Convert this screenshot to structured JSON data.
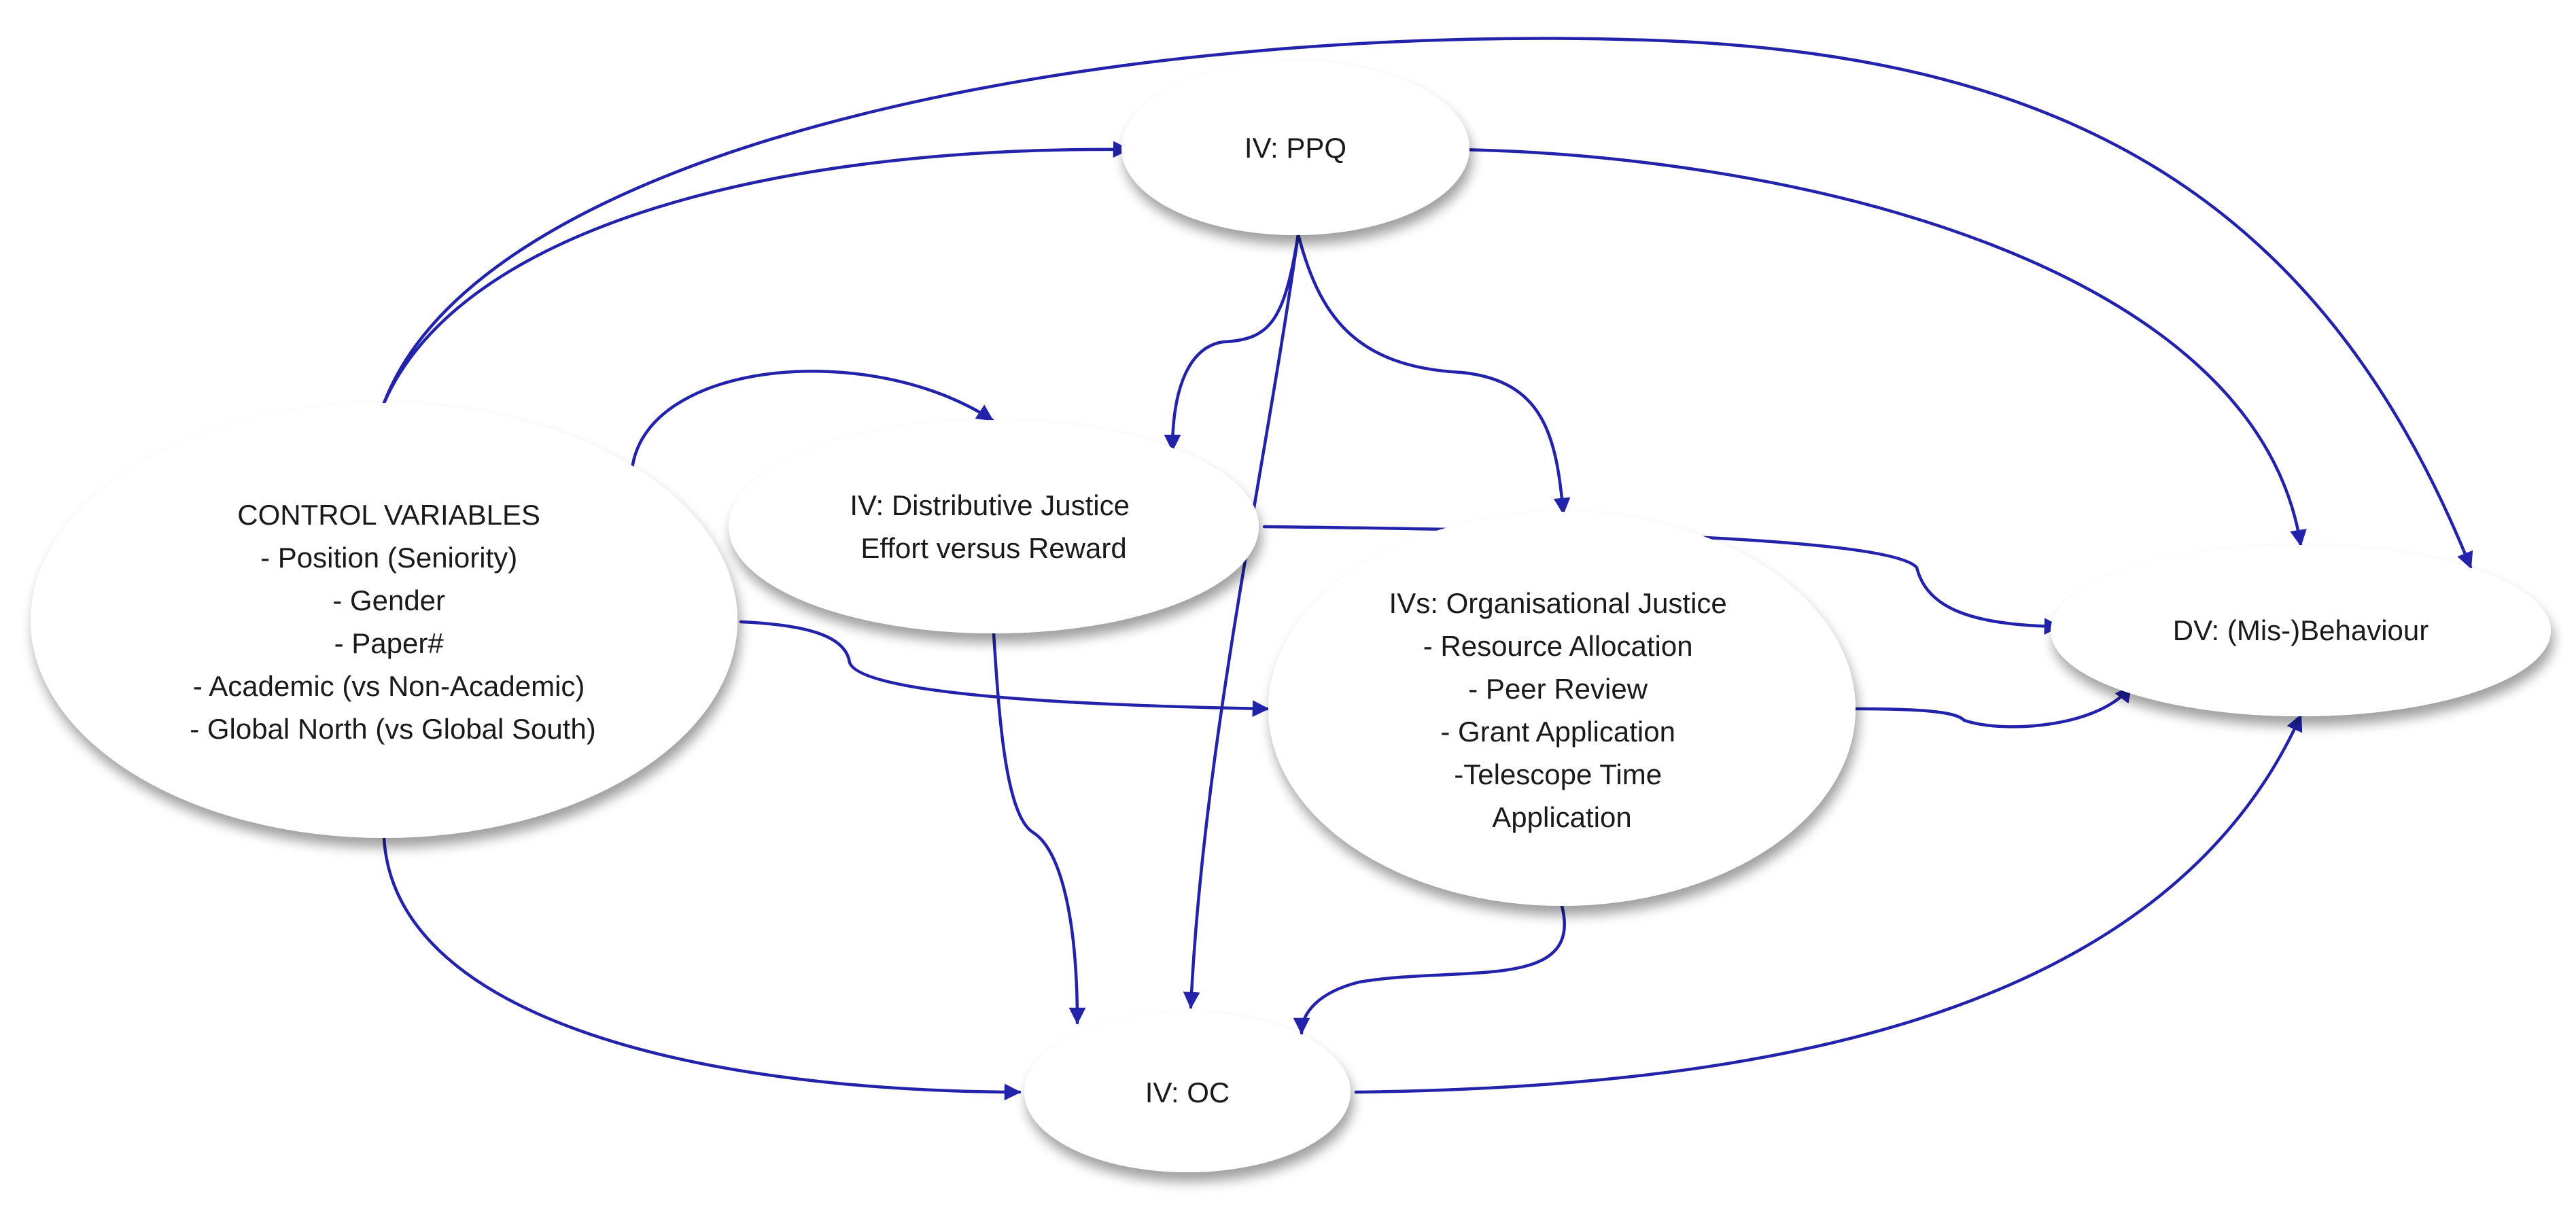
{
  "diagram": {
    "edge_color": "#2222aa",
    "nodes": {
      "ppq": {
        "lines": [
          "IV: PPQ"
        ]
      },
      "control": {
        "lines": [
          "CONTROL VARIABLES",
          "- Position (Seniority)",
          "- Gender",
          "- Paper#",
          "- Academic (vs Non-Academic)",
          "- Global North (vs Global South)"
        ]
      },
      "distributive": {
        "lines": [
          "IV: Distributive Justice",
          "Effort versus Reward"
        ]
      },
      "organisational": {
        "lines": [
          "IVs: Organisational Justice",
          "- Resource Allocation",
          "- Peer Review",
          "- Grant Application",
          "-Telescope Time",
          "Application"
        ]
      },
      "behaviour": {
        "lines": [
          "DV: (Mis-)Behaviour"
        ]
      },
      "oc": {
        "lines": [
          "IV: OC"
        ]
      }
    },
    "edges": [
      {
        "from": "control",
        "to": "ppq"
      },
      {
        "from": "control",
        "to": "behaviour"
      },
      {
        "from": "control",
        "to": "distributive"
      },
      {
        "from": "control",
        "to": "organisational"
      },
      {
        "from": "control",
        "to": "oc"
      },
      {
        "from": "ppq",
        "to": "distributive"
      },
      {
        "from": "ppq",
        "to": "organisational"
      },
      {
        "from": "ppq",
        "to": "oc"
      },
      {
        "from": "ppq",
        "to": "behaviour"
      },
      {
        "from": "distributive",
        "to": "behaviour"
      },
      {
        "from": "distributive",
        "to": "oc"
      },
      {
        "from": "organisational",
        "to": "behaviour"
      },
      {
        "from": "organisational",
        "to": "oc"
      },
      {
        "from": "oc",
        "to": "behaviour"
      }
    ]
  }
}
